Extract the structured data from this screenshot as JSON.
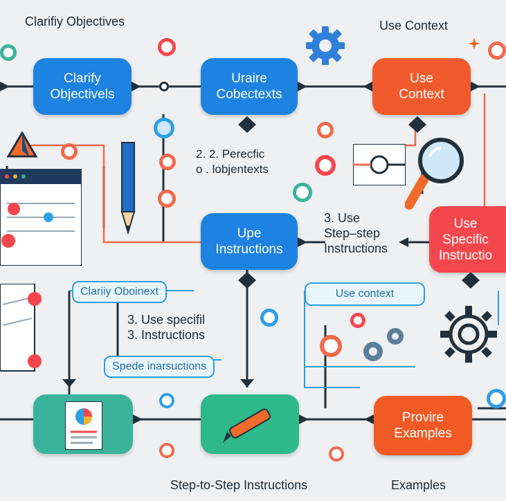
{
  "top_labels": {
    "left": "Clarifiy Objectives",
    "right": "Use Context"
  },
  "boxes": {
    "clarify": "Clarify\nObjectivels",
    "unaire": "Uraire\nCobectexts",
    "use_context": "Use\nContext",
    "upe": "Upe\nInstructions",
    "use_specific": "Use\nSpecific\nInstructio",
    "provide": "Provire\nExamples",
    "teal_bottom": "",
    "green_bottom": ""
  },
  "texts": {
    "periodic": "2. 2.  Perecfic\no . lobjentexts",
    "step3": "3. Use\nStep–step\nInstructions",
    "use_specific_left": "3. Use specifil\n3.  Instructions"
  },
  "pills": {
    "clarify_obj": "Clariiy Oboinext",
    "use_context": "Use context",
    "spede": "Spede inarsuctions"
  },
  "bottom_labels": {
    "step": "Step-to-Step Instructions",
    "examples": "Examples"
  },
  "colors": {
    "blue": "#1e82e0",
    "orange": "#f05a2c",
    "red": "#f4474d",
    "teal": "#3bb39c",
    "green": "#2fb889",
    "line": "#22303c",
    "accent_line": "#f06a4b"
  },
  "icons": [
    "gear-icon",
    "magnifier-icon",
    "pencil-icon",
    "pen-icon",
    "document-icon",
    "browser-window-icon",
    "triangle-icon",
    "sparkle-icon"
  ]
}
